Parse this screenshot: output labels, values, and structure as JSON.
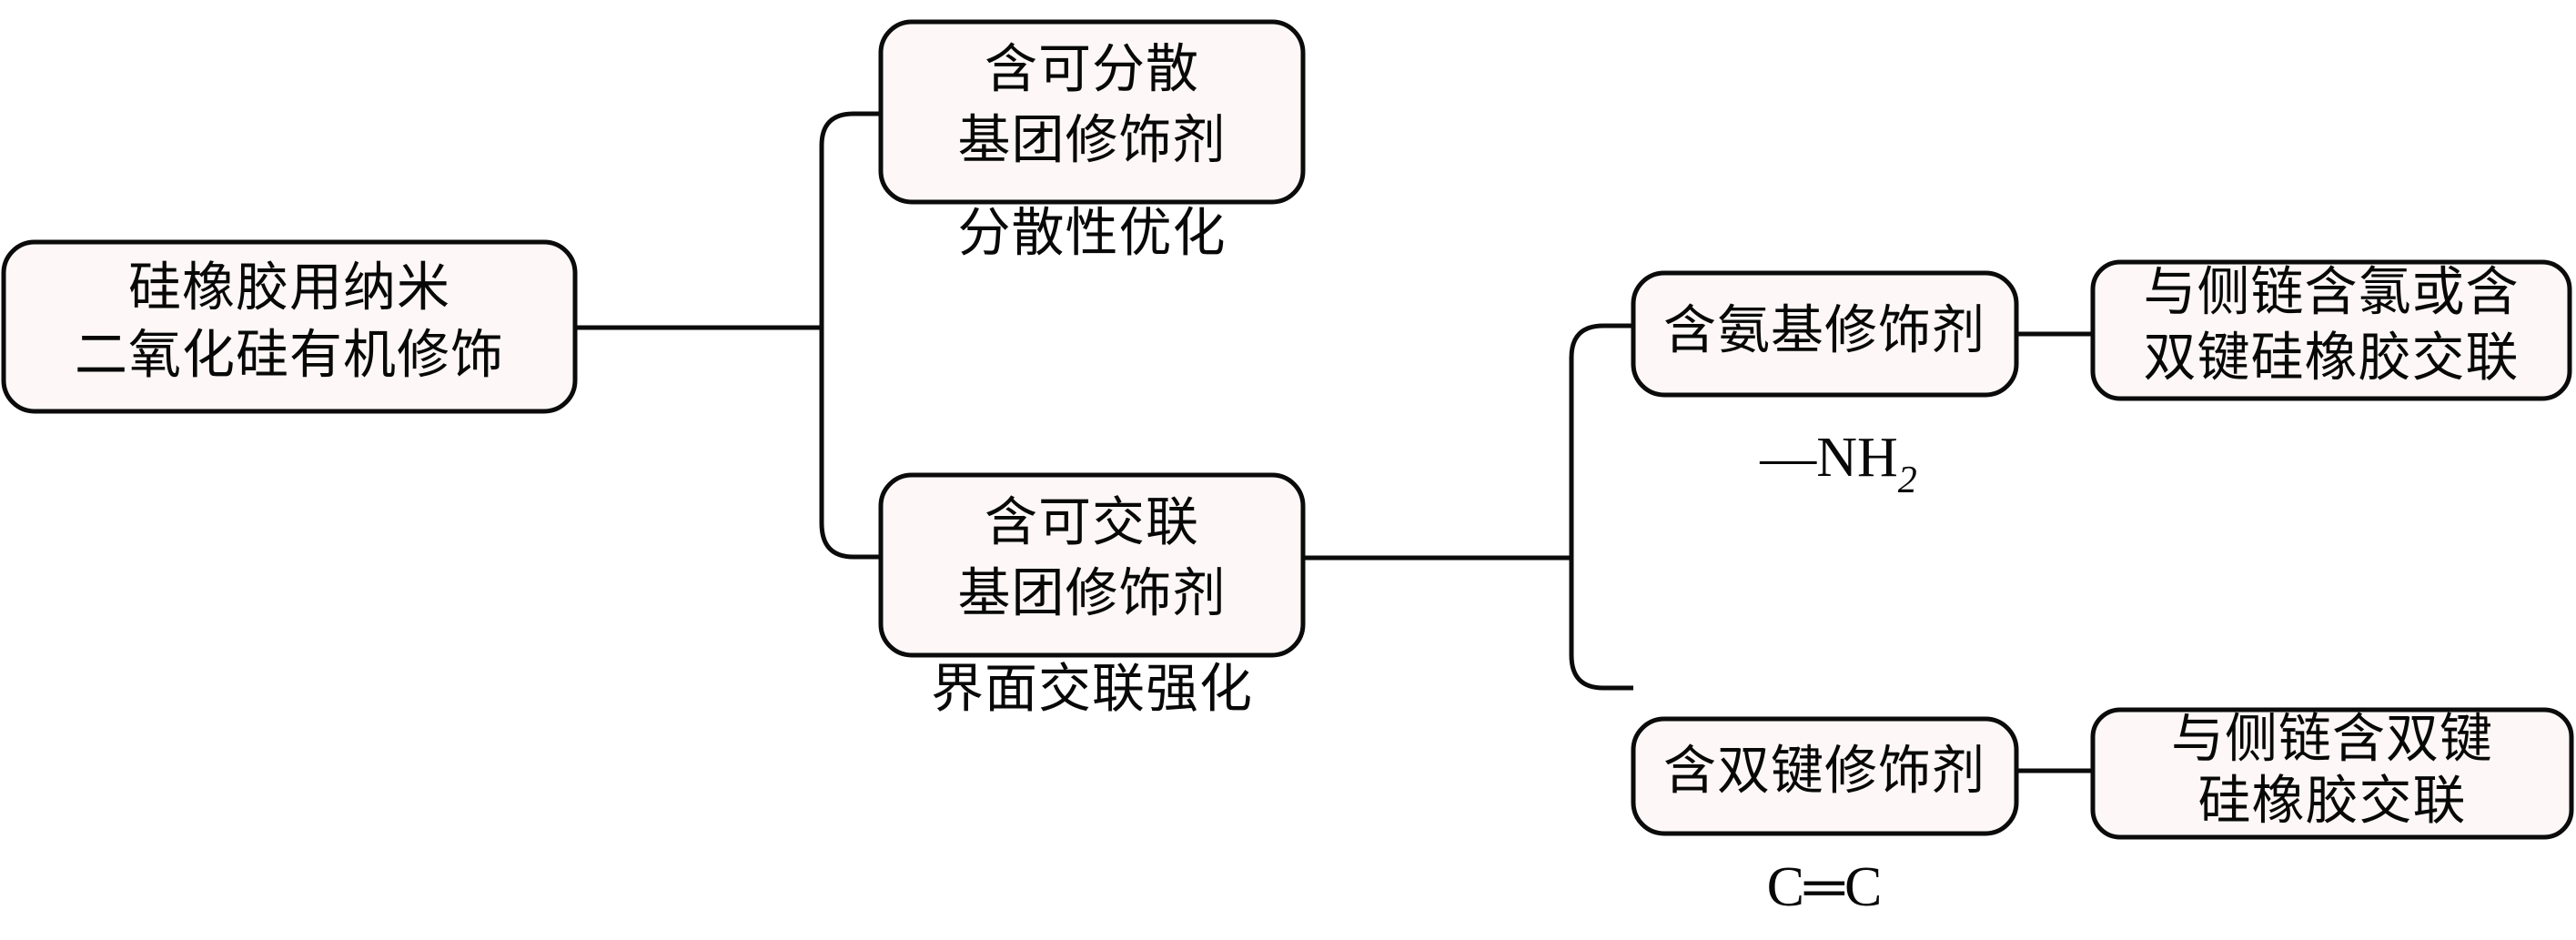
{
  "diagram": {
    "type": "tree-hierarchy",
    "orientation": "left-to-right",
    "background_color": "#ffffff",
    "box_fill_color": "#fdf7f7",
    "line_color": "#0b0b0b",
    "text_color": "#080808"
  },
  "root": {
    "line1": "硅橡胶用纳米",
    "line2": "二氧化硅有机修饰"
  },
  "level2": {
    "dispersible": {
      "line1": "含可分散",
      "line2": "基团修饰剂",
      "caption": "分散性优化"
    },
    "crosslinkable": {
      "line1": "含可交联",
      "line2": "基团修饰剂",
      "caption": "界面交联强化"
    }
  },
  "level3": {
    "amino": {
      "line1": "含氨基修饰剂",
      "formula_prefix": "—NH",
      "formula_sub": "2"
    },
    "double_bond": {
      "line1": "含双键修饰剂",
      "formula": "C═C"
    }
  },
  "level4": {
    "amino_result": {
      "line1": "与侧链含氯或含",
      "line2": "双键硅橡胶交联"
    },
    "double_bond_result": {
      "line1": "与侧链含双键",
      "line2": "硅橡胶交联"
    }
  }
}
